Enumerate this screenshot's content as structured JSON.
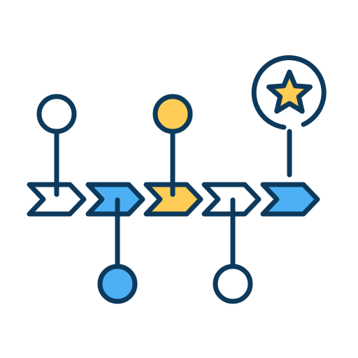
{
  "icon": {
    "name": "timeline-milestones-icon",
    "colors": {
      "outline": "#0d3a5c",
      "blue": "#4db0f5",
      "yellow": "#ffcc55",
      "white": "#ffffff"
    },
    "steps": [
      {
        "name": "step-1-chevron",
        "fill": "white"
      },
      {
        "name": "step-2-chevron",
        "fill": "blue"
      },
      {
        "name": "step-3-chevron",
        "fill": "yellow"
      },
      {
        "name": "step-4-chevron",
        "fill": "white"
      },
      {
        "name": "step-5-chevron",
        "fill": "blue"
      }
    ],
    "markers": [
      {
        "name": "milestone-1-pin",
        "side": "top",
        "fill": "white"
      },
      {
        "name": "milestone-2-pin",
        "side": "bottom",
        "fill": "blue"
      },
      {
        "name": "milestone-3-pin",
        "side": "top",
        "fill": "yellow"
      },
      {
        "name": "milestone-4-pin",
        "side": "bottom",
        "fill": "white"
      },
      {
        "name": "milestone-5-star-badge",
        "side": "top",
        "fill": "yellow"
      }
    ]
  }
}
